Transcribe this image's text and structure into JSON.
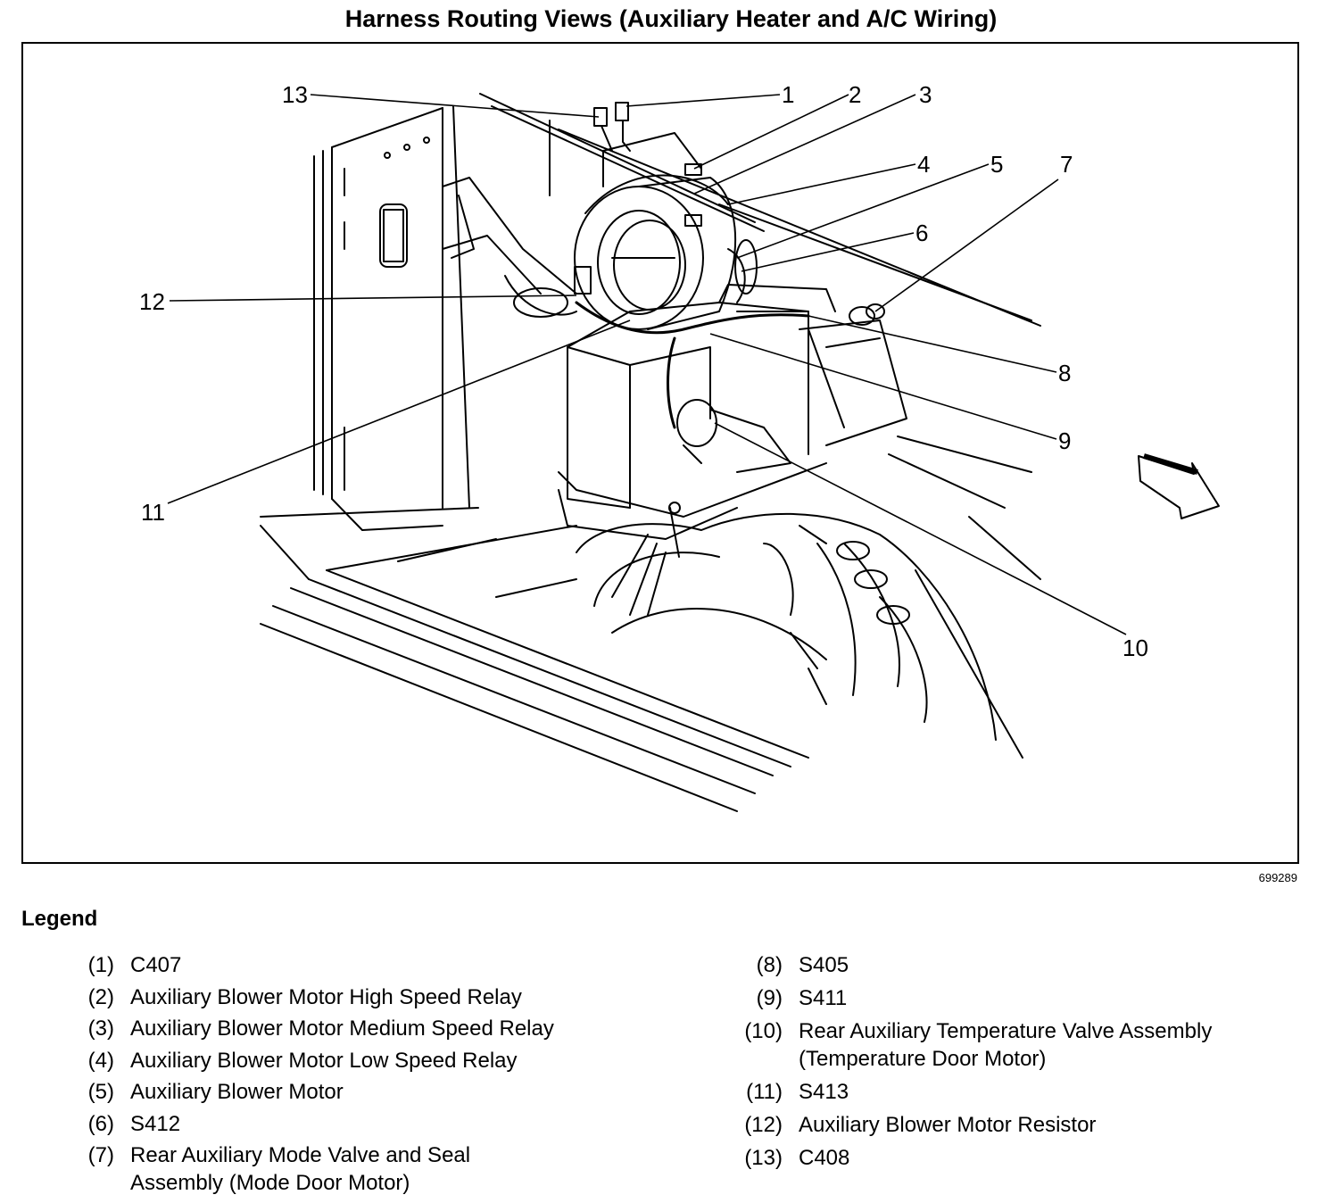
{
  "title": "Harness Routing Views (Auxiliary Heater and A/C Wiring)",
  "figure_id": "699289",
  "legend_title": "Legend",
  "callouts": [
    {
      "id": "1",
      "label": "1"
    },
    {
      "id": "2",
      "label": "2"
    },
    {
      "id": "3",
      "label": "3"
    },
    {
      "id": "4",
      "label": "4"
    },
    {
      "id": "5",
      "label": "5"
    },
    {
      "id": "6",
      "label": "6"
    },
    {
      "id": "7",
      "label": "7"
    },
    {
      "id": "8",
      "label": "8"
    },
    {
      "id": "9",
      "label": "9"
    },
    {
      "id": "10",
      "label": "10"
    },
    {
      "id": "11",
      "label": "11"
    },
    {
      "id": "12",
      "label": "12"
    },
    {
      "id": "13",
      "label": "13"
    }
  ],
  "legend": [
    {
      "num": "(1)",
      "text": "C407"
    },
    {
      "num": "(2)",
      "text": "Auxiliary Blower Motor High Speed Relay"
    },
    {
      "num": "(3)",
      "text": "Auxiliary Blower Motor Medium Speed Relay"
    },
    {
      "num": "(4)",
      "text": "Auxiliary Blower Motor Low Speed Relay"
    },
    {
      "num": "(5)",
      "text": "Auxiliary Blower Motor"
    },
    {
      "num": "(6)",
      "text": "S412"
    },
    {
      "num": "(7)",
      "text": "Rear Auxiliary Mode Valve and Seal Assembly (Mode Door Motor)"
    },
    {
      "num": "(8)",
      "text": "S405"
    },
    {
      "num": "(9)",
      "text": "S411"
    },
    {
      "num": "(10)",
      "text": "Rear Auxiliary Temperature Valve Assembly (Temperature Door Motor)"
    },
    {
      "num": "(11)",
      "text": "S413"
    },
    {
      "num": "(12)",
      "text": "Auxiliary Blower Motor Resistor"
    },
    {
      "num": "(13)",
      "text": "C408"
    }
  ]
}
